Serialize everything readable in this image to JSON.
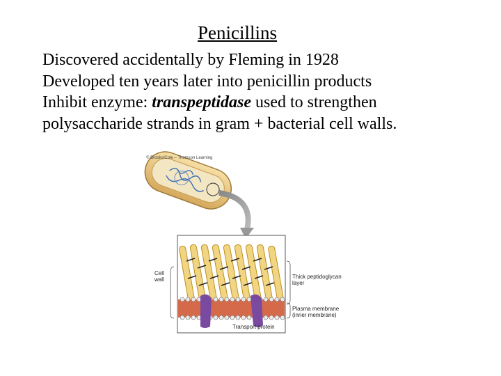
{
  "slide": {
    "title": "Penicillins",
    "lines": [
      "Discovered accidentally by Fleming in 1928",
      "Developed ten years later into penicillin products"
    ],
    "line3_prefix": "Inhibit enzyme: ",
    "line3_emphasis": "transpeptidase",
    "line3_suffix": " used to strengthen",
    "line4": "polysaccharide strands in gram + bacterial cell walls."
  },
  "figure": {
    "credit": "© Brooks/Cole – Thomson Learning",
    "label_cell_wall_1": "Cell",
    "label_cell_wall_2": "wall",
    "label_peptidoglycan_1": "Thick peptidoglycan",
    "label_peptidoglycan_2": "layer",
    "label_membrane_1": "Plasma membrane",
    "label_membrane_2": "(inner membrane)",
    "label_transport": "Transport protein"
  }
}
